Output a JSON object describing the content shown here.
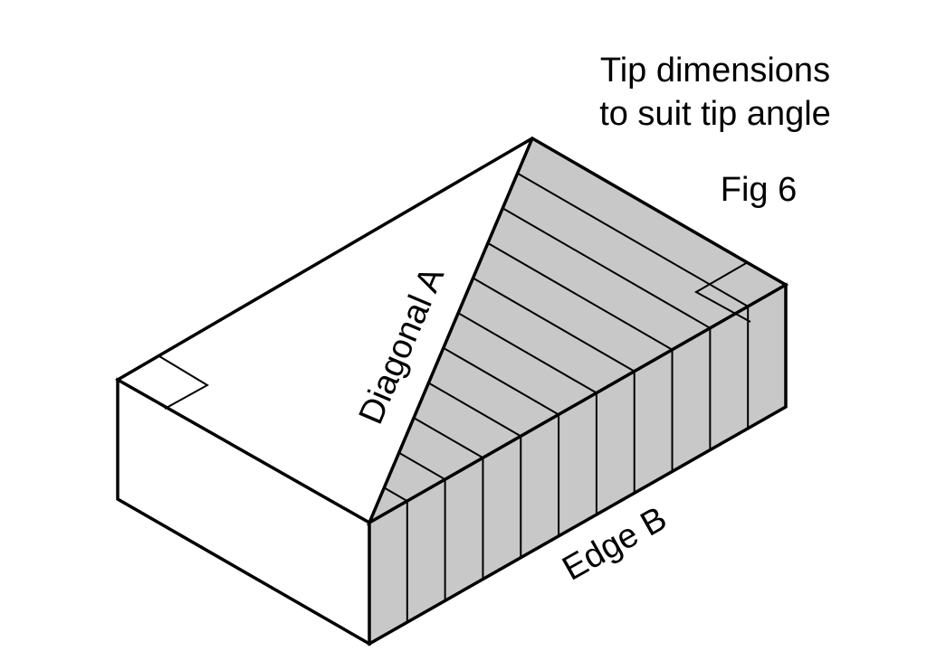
{
  "caption": {
    "line1": "Tip dimensions",
    "line2": "to suit tip angle"
  },
  "figure_label": "Fig 6",
  "labels": {
    "diagonal": "Diagonal A",
    "edge": "Edge B"
  },
  "colors": {
    "stroke": "#000000",
    "tip_fill": "#c8c8c8",
    "body_fill": "#ffffff"
  },
  "tip_count": 11
}
